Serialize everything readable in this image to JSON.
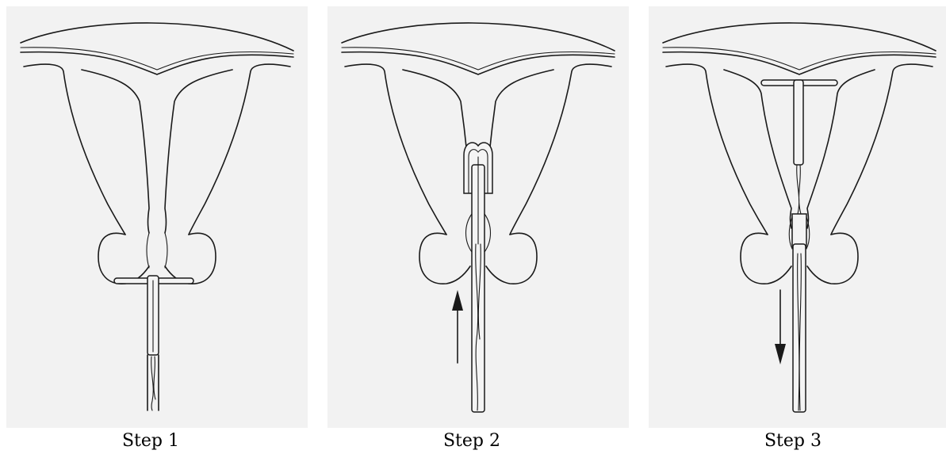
{
  "steps": [
    {
      "label": "Step 1"
    },
    {
      "label": "Step 2"
    },
    {
      "label": "Step 3"
    }
  ],
  "colors": {
    "panel_background": "#f2f2f2",
    "line": "#1a1a1a",
    "caption": "#000000"
  }
}
